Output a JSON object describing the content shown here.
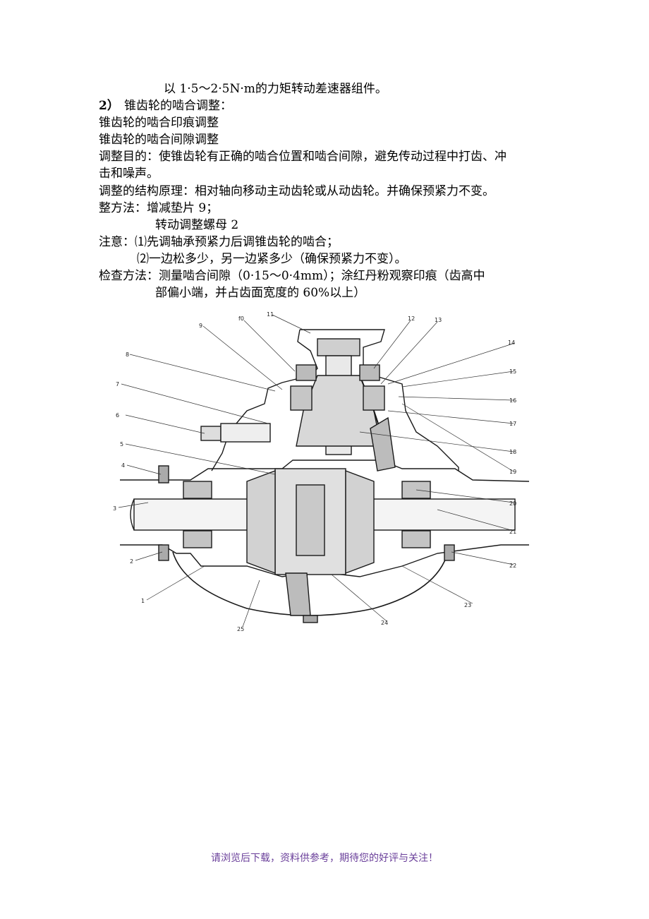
{
  "text": {
    "line1": "以 1·5～2·5N·m的力矩转动差速器组件。",
    "heading2_num": "2）",
    "heading2_text": "锥齿轮的啮合调整：",
    "sub1": "锥齿轮的啮合印痕调整",
    "sub2": "锥齿轮的啮合间隙调整",
    "purpose_a": "调整目的：使锥齿轮有正确的啮合位置和啮合间隙，避免传动过程中打齿、冲",
    "purpose_b": "击和噪声。",
    "principle": "调整的结构原理：相对轴向移动主动齿轮或从动齿轮。并确保预紧力不变。",
    "method_a": "整方法：增减垫片 9；",
    "method_b": "转动调整螺母 2",
    "note_a": "注意：⑴先调轴承预紧力后调锥齿轮的啮合；",
    "note_b": "⑵一边松多少，另一边紧多少（确保预紧力不变）。",
    "check_a": "检查方法：测量啮合间隙（0·15～0·4mm）；涂红丹粉观察印痕（齿高中",
    "check_b": "部偏小端，并占齿面宽度的 60%以上）"
  },
  "figure": {
    "labels": [
      "1",
      "2",
      "3",
      "4",
      "5",
      "6",
      "7",
      "8",
      "9",
      "f0",
      "11",
      "12",
      "13",
      "14",
      "15",
      "16",
      "17",
      "18",
      "19",
      "20",
      "21",
      "22",
      "23",
      "24",
      "25"
    ]
  },
  "footer": "请浏览后下载，资料供参考，期待您的好评与关注！",
  "colors": {
    "footer": "#6a3f9a",
    "drawing": "#1a1a1a"
  }
}
